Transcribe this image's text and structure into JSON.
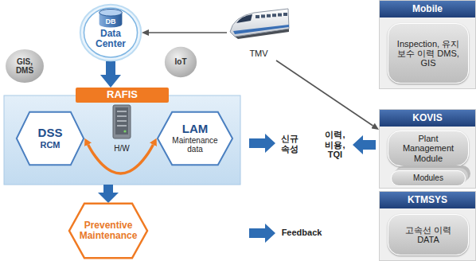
{
  "diagram": {
    "nodes": [
      {
        "text": [
          "Data Center"
        ]
      },
      {
        "text": [
          "DB"
        ],
        "in": 0
      },
      {
        "text": [
          "GIS, DMS"
        ]
      },
      {
        "text": [
          "IoT"
        ]
      },
      {
        "text": [
          "TMV"
        ]
      },
      {
        "text": [
          "RAFIS"
        ]
      },
      {
        "text": [
          "DSS",
          "RCM"
        ],
        "in": 5
      },
      {
        "text": [
          "H/W"
        ],
        "in": 5
      },
      {
        "text": [
          "LAM",
          "Maintenance data"
        ],
        "in": 5
      },
      {
        "text": [
          "Preventive Maintenance"
        ]
      },
      {
        "text": [
          "Mobile"
        ]
      },
      {
        "text": [
          "Inspection, 유지보수 이력 DMS, GIS"
        ],
        "in": 10
      },
      {
        "text": [
          "KOVIS"
        ]
      },
      {
        "text": [
          "Plant Management Module"
        ],
        "in": 12
      },
      {
        "text": [
          "Modules"
        ],
        "in": 12
      },
      {
        "text": [
          "KTMSYS"
        ]
      },
      {
        "text": [
          "고속선 이력 DATA"
        ],
        "in": 15
      }
    ],
    "edges": [
      {
        "from": 4,
        "to": 0,
        "arrow": "to"
      },
      {
        "from": 4,
        "to": 12,
        "arrow": "to"
      },
      {
        "from": 0,
        "to": 5,
        "arrow": "to"
      },
      {
        "from": 6,
        "to": 8,
        "arrow": "both"
      },
      {
        "from": 5,
        "to": 9,
        "arrow": "to"
      }
    ],
    "labels": [
      "신규 속성",
      "Feedback",
      "이력, 비용, TQI"
    ]
  }
}
